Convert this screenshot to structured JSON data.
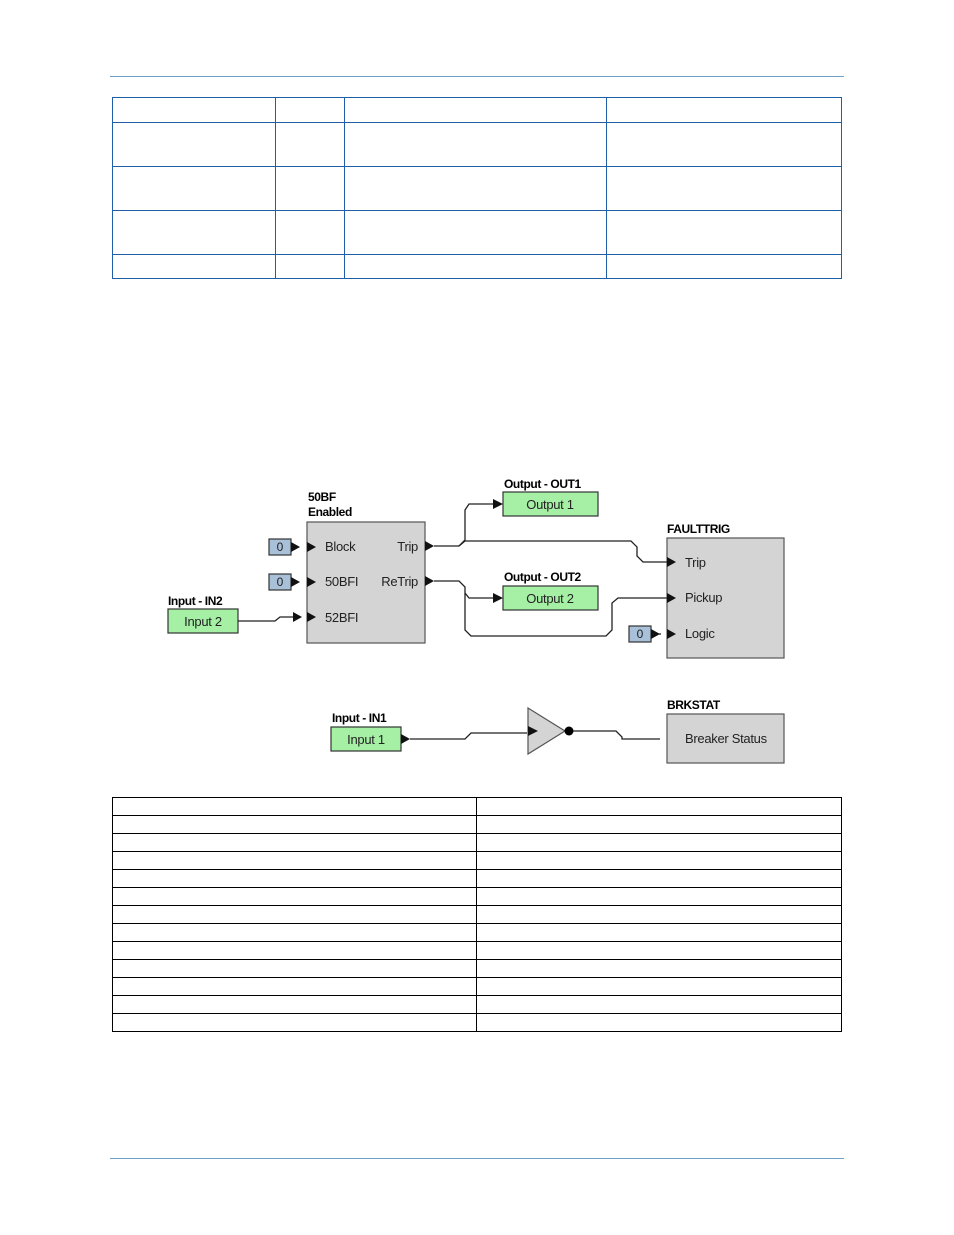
{
  "diagram": {
    "block_50bf": {
      "title_line1": "50BF",
      "title_line2": "Enabled",
      "inputs": [
        "Block",
        "50BFI",
        "52BFI"
      ],
      "outputs": [
        "Trip",
        "ReTrip"
      ]
    },
    "block_faulttrig": {
      "title": "FAULTTRIG",
      "inputs": [
        "Trip",
        "Pickup",
        "Logic"
      ]
    },
    "block_brkstat": {
      "title": "BRKSTAT",
      "input": "Breaker Status"
    },
    "output_out1": {
      "title": "Output - OUT1",
      "label": "Output 1"
    },
    "output_out2": {
      "title": "Output - OUT2",
      "label": "Output 2"
    },
    "input_in2": {
      "title": "Input - IN2",
      "label": "Input 2"
    },
    "input_in1": {
      "title": "Input - IN1",
      "label": "Input 1"
    },
    "constants": {
      "block": "0",
      "bfi": "0",
      "logic": "0"
    },
    "colors": {
      "io_box": "#a6f0a6",
      "const_box": "#a8c0d8",
      "block": "#d4d4d4",
      "table_border": "#1f5fa8",
      "rule": "#6fa0c8"
    }
  }
}
